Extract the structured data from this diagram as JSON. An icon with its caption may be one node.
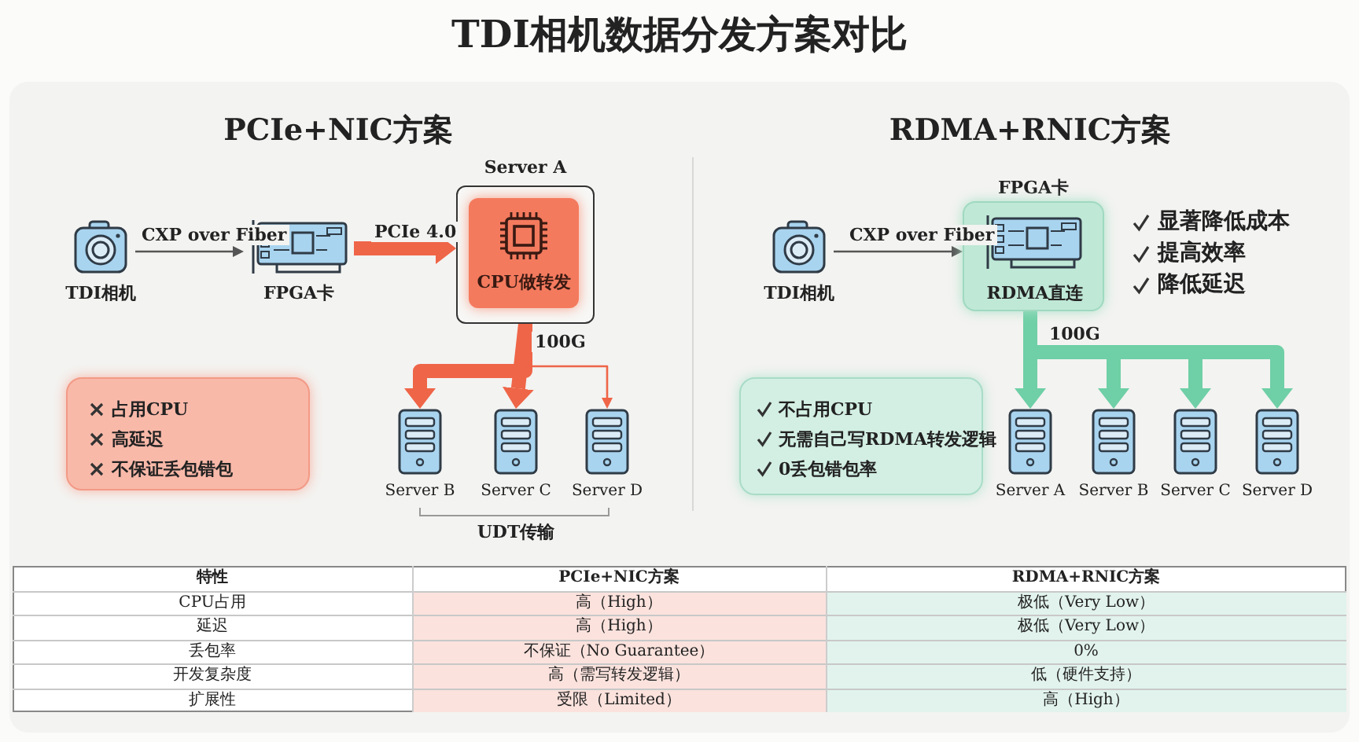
{
  "diagram": {
    "title": "TDI相机数据分发方案对比",
    "nodes": [
      {
        "text": [
          "TDI相机"
        ]
      },
      {
        "text": [
          "FPGA卡"
        ]
      },
      {
        "text": [
          "Server A"
        ]
      },
      {
        "text": [
          "CPU做转发"
        ],
        "in": 2
      },
      {
        "text": [
          "Server B"
        ]
      },
      {
        "text": [
          "Server C"
        ]
      },
      {
        "text": [
          "Server D"
        ]
      },
      {
        "text": [
          "占用CPU",
          "高延迟",
          "不保证丢包错包"
        ]
      },
      {
        "text": [
          "TDI相机"
        ]
      },
      {
        "text": [
          "FPGA卡",
          "RDMA直连"
        ]
      },
      {
        "text": [
          "Server A"
        ]
      },
      {
        "text": [
          "Server B"
        ]
      },
      {
        "text": [
          "Server C"
        ]
      },
      {
        "text": [
          "Server D"
        ]
      },
      {
        "text": [
          "不占用CPU",
          "无需自己写RDMA转发逻辑",
          "0丢包错包率"
        ]
      }
    ],
    "edges": [
      {
        "from": 0,
        "to": 1,
        "arrow": "to",
        "label": "CXP over Fiber",
        "color": "#555555"
      },
      {
        "from": 1,
        "to": 2,
        "arrow": "to",
        "label": "PCIe 4.0",
        "color": "#ef6548"
      },
      {
        "from": 2,
        "to": 4,
        "arrow": "to",
        "color": "#ef6548"
      },
      {
        "from": 2,
        "to": 5,
        "arrow": "to",
        "label": "100G",
        "color": "#ef6548"
      },
      {
        "from": 2,
        "to": 6,
        "arrow": "to",
        "color": "#ef6548"
      },
      {
        "from": 8,
        "to": 9,
        "arrow": "to",
        "label": "CXP over Fiber",
        "color": "#555555"
      },
      {
        "from": 9,
        "to": 10,
        "arrow": "to",
        "label": "100G",
        "color": "#6fcfa6"
      },
      {
        "from": 9,
        "to": 11,
        "arrow": "to",
        "color": "#6fcfa6"
      },
      {
        "from": 9,
        "to": 12,
        "arrow": "to",
        "color": "#6fcfa6"
      },
      {
        "from": 9,
        "to": 13,
        "arrow": "to",
        "color": "#6fcfa6"
      }
    ],
    "labels": [
      "PCIe+NIC方案",
      "RDMA+RNIC方案",
      "UDT传输",
      "显著降低成本",
      "提高效率",
      "降低延迟",
      "特性",
      "PCIe+NIC方案",
      "RDMA+RNIC方案",
      "CPU占用",
      "高（High）",
      "极低（Very Low）",
      "延迟",
      "高（High）",
      "极低（Very Low）",
      "丢包率",
      "不保证（No Guarantee）",
      "0%",
      "开发复杂度",
      "高（需写转发逻辑）",
      "低（硬件支持）",
      "扩展性",
      "受限（Limited）",
      "高（High）"
    ]
  }
}
